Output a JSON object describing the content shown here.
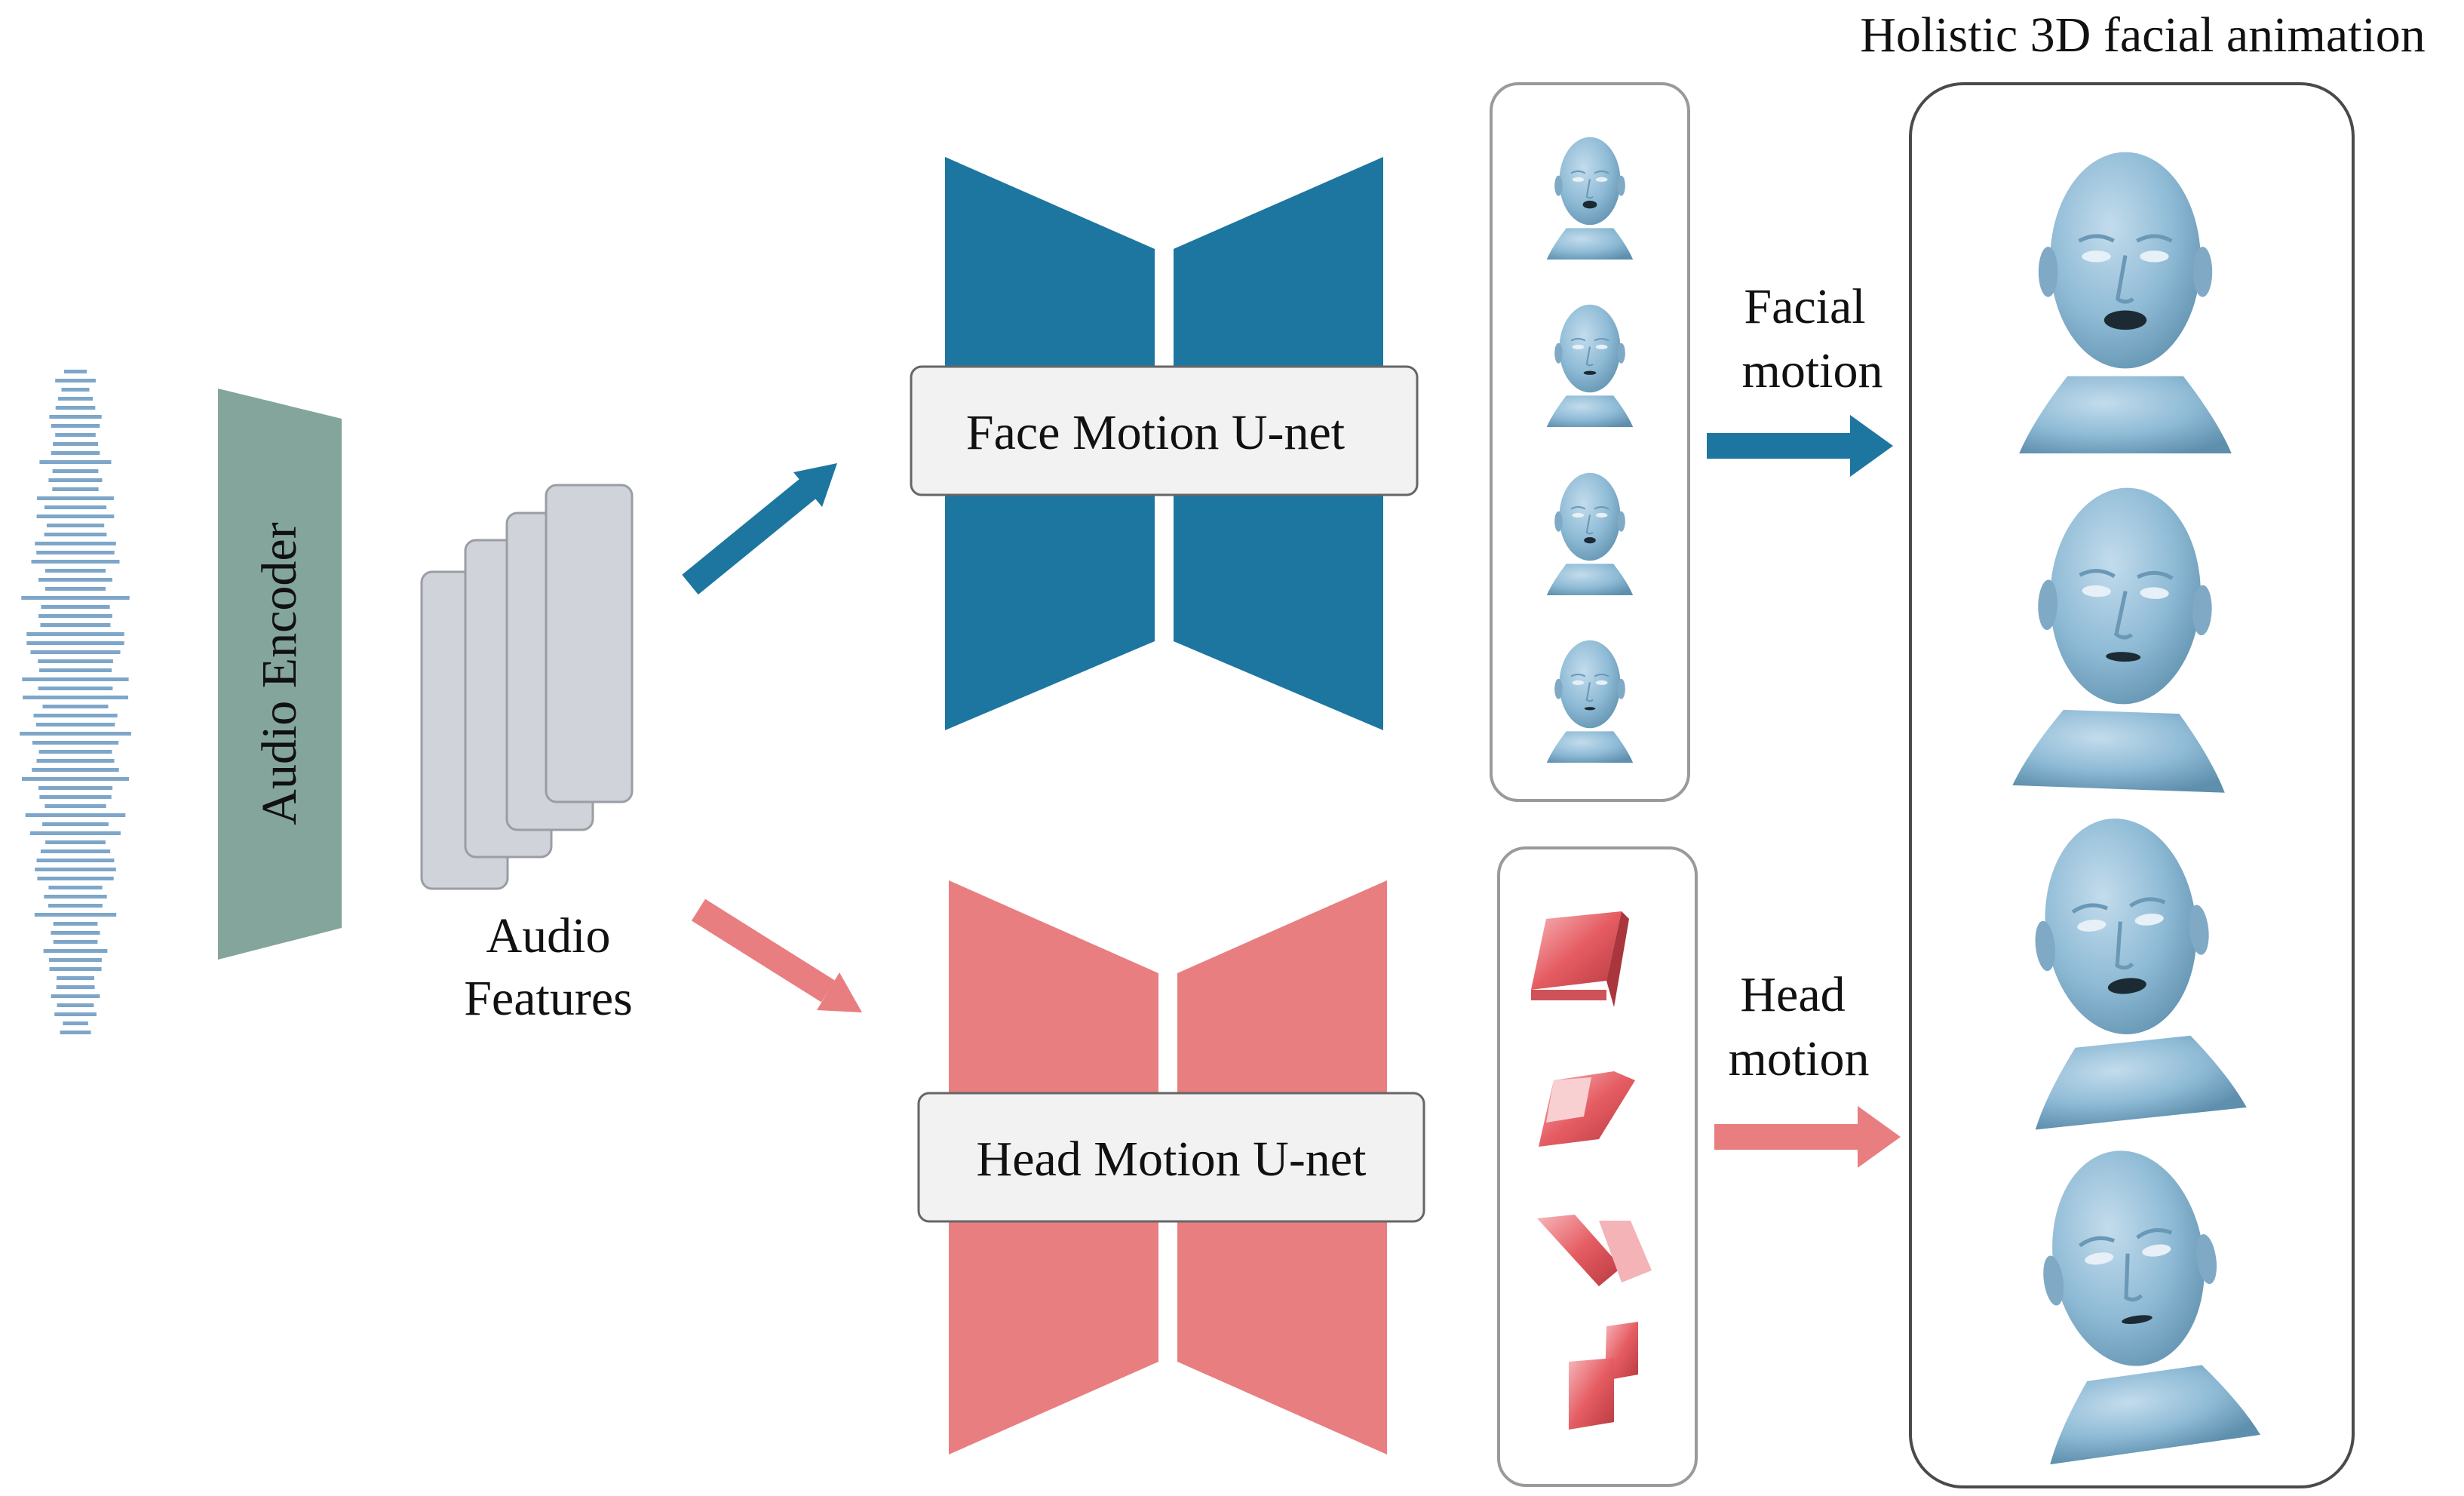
{
  "labels": {
    "audio_encoder": "Audio Encoder",
    "audio_features_line1": "Audio",
    "audio_features_line2": "Features",
    "face_unet": "Face Motion U-net",
    "head_unet": "Head Motion U-net",
    "facial_motion_line1": "Facial",
    "facial_motion_line2": "motion",
    "head_motion_line1": "Head",
    "head_motion_line2": "motion",
    "output_title": "Holistic 3D facial animation"
  },
  "colors": {
    "face_branch": "#1d769f",
    "head_branch": "#e87e80",
    "audio_encoder": "#84a59c",
    "waveform": "#7ea6c9",
    "feature_card_fill": "#d0d4da",
    "feature_card_stroke": "#9a9ea4",
    "unet_label_fill": "#f2f2f2",
    "panel_stroke": "#4a4a4a",
    "head_mesh": "#8fbbd6",
    "pose_box": "#e35a60"
  },
  "icons": {
    "face_sequence": "face-mesh-icon",
    "head_pose_sequence": "head-pose-box-icon",
    "output_faces": "face-mesh-icon"
  }
}
